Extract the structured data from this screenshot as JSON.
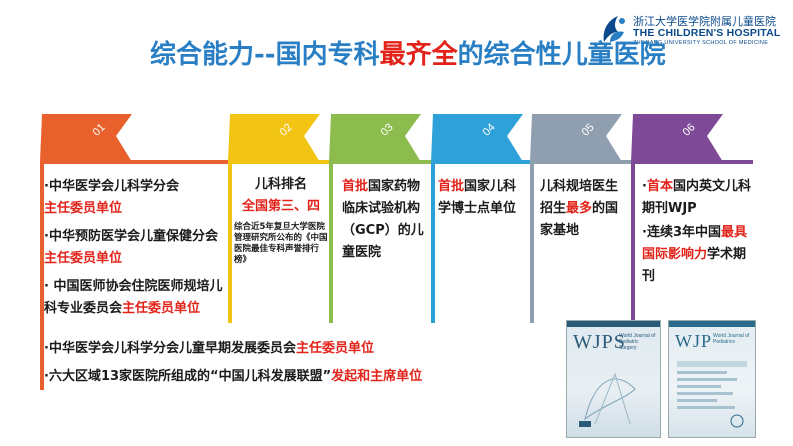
{
  "logo": {
    "name_cn": "浙江大学医学院附属儿童医院",
    "name_en": "THE CHILDREN'S HOSPITAL",
    "name_en_sub": "ZHEJIANG UNIVERSITY SCHOOL OF MEDICINE"
  },
  "title": {
    "part1": "综合能力--国内专科",
    "part2": "最齐全",
    "part3": "的综合性儿童医院"
  },
  "colors": {
    "col1": "#e8612c",
    "col2": "#f2c414",
    "col3": "#8cbc4e",
    "col4": "#2ea2d8",
    "col5": "#8f9fb0",
    "col6": "#7e4a97",
    "accent_red": "#e2231a",
    "title_blue": "#2a7fc4"
  },
  "tabs": [
    {
      "num": "01"
    },
    {
      "num": "02"
    },
    {
      "num": "03"
    },
    {
      "num": "04"
    },
    {
      "num": "05"
    },
    {
      "num": "06"
    }
  ],
  "col1": {
    "b1_black": "·中华医学会儿科学分会",
    "b1_red": "主任委员单位",
    "b2_black": "·中华预防医学会儿童保健分会",
    "b2_red": "主任委员单位",
    "b3_black": "· 中国医师协会住院医师规培儿科专业委员会",
    "b3_red": "主任委员单位"
  },
  "col2": {
    "heading": "儿科排名",
    "rank": "全国第三、四",
    "note": "综合近5年复旦大学医院管理研究所公布的《中国医院最佳专科声誉排行榜》"
  },
  "col3": {
    "red": "首批",
    "black": "国家药物临床试验机构（GCP）的儿童医院"
  },
  "col4": {
    "red": "首批",
    "black": "国家儿科学博士点单位"
  },
  "col5": {
    "black1": "儿科规培医生招生",
    "red": "最多",
    "black2": "的国家基地"
  },
  "col6": {
    "b1_prefix": "·",
    "b1_red": "首本",
    "b1_black": "国内英文儿科期刊WJP",
    "b2_black": "·连续3年中国",
    "b2_red": "最具国际影响力",
    "b2_black2": "学术期刊"
  },
  "bottom": {
    "l1_black": "·中华医学会儿科学分会儿童早期发展委员会",
    "l1_red": "主任委员单位",
    "l2_black": "·六大区域13家医院所组成的“中国儿科发展联盟”",
    "l2_red": "发起和主席单位"
  },
  "journals": [
    {
      "abbr": "WJPS",
      "full": "World Journal of Pediatric Surgery"
    },
    {
      "abbr": "WJP",
      "full": "World Journal of Pediatrics"
    }
  ]
}
